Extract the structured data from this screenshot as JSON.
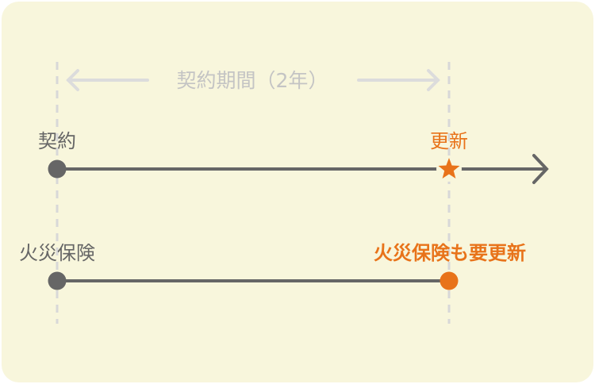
{
  "period_label": "契約期間（2年）",
  "timeline_contract": {
    "start_label": "契約",
    "end_label": "更新"
  },
  "timeline_insurance": {
    "start_label": "火災保険",
    "end_label": "火災保険も要更新"
  },
  "colors": {
    "background": "#f8f6dc",
    "line": "#666666",
    "accent": "#e8731a",
    "guide": "#d8d8d8",
    "period_text": "#c4c4c4"
  }
}
